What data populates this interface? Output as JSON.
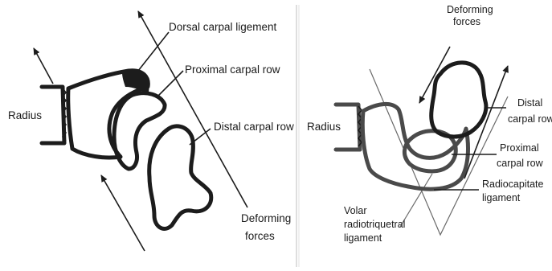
{
  "left_panel": {
    "radius": "Radius",
    "dorsal_carpal_ligament": "Dorsal carpal ligement",
    "proximal_carpal_row": "Proximal carpal row",
    "distal_carpal_row": "Distal carpal row",
    "deforming_forces_line1": "Deforming",
    "deforming_forces_line2": "forces"
  },
  "right_panel": {
    "radius": "Radius",
    "deforming_forces_line1": "Deforming",
    "deforming_forces_line2": "forces",
    "distal_carpal_row_line1": "Distal",
    "distal_carpal_row_line2": "carpal row",
    "proximal_carpal_row_line1": "Proximal",
    "proximal_carpal_row_line2": "carpal row",
    "radiocapitate_line1": "Radiocapitate",
    "radiocapitate_line2": "ligament",
    "volar_line1": "Volar",
    "volar_line2": "radiotriquetral",
    "volar_line3": "ligament"
  },
  "colors": {
    "ink": "#1c1c1c",
    "grey_ink": "#4a4a4a",
    "divider": "#c8c8c8"
  }
}
